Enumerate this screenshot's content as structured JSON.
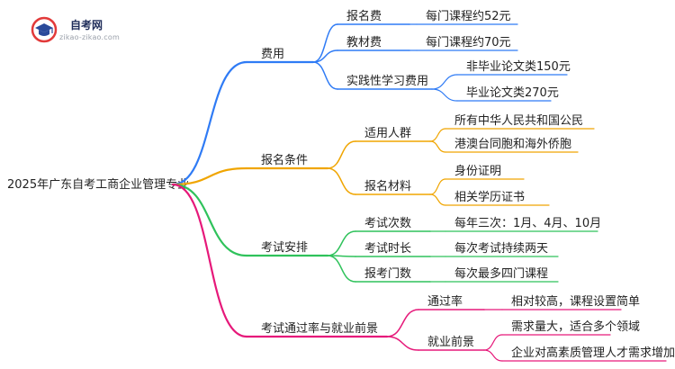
{
  "logo": {
    "title": "自考网",
    "url": "zikao-zikao.com"
  },
  "root": "2025年广东自考工商企业管理专业",
  "branches": [
    {
      "label": "费用",
      "color": "#2f7bf5",
      "children": [
        {
          "label": "报名费",
          "children": [
            {
              "label": "每门课程约52元"
            }
          ]
        },
        {
          "label": "教材费",
          "children": [
            {
              "label": "每门课程约70元"
            }
          ]
        },
        {
          "label": "实践性学习费用",
          "children": [
            {
              "label": "非毕业论文类150元"
            },
            {
              "label": "毕业论文类270元"
            }
          ]
        }
      ]
    },
    {
      "label": "报名条件",
      "color": "#f0a500",
      "children": [
        {
          "label": "适用人群",
          "children": [
            {
              "label": "所有中华人民共和国公民"
            },
            {
              "label": "港澳台同胞和海外侨胞"
            }
          ]
        },
        {
          "label": "报名材料",
          "children": [
            {
              "label": "身份证明"
            },
            {
              "label": "相关学历证书"
            }
          ]
        }
      ]
    },
    {
      "label": "考试安排",
      "color": "#2fc25b",
      "children": [
        {
          "label": "考试次数",
          "children": [
            {
              "label": "每年三次：1月、4月、10月"
            }
          ]
        },
        {
          "label": "考试时长",
          "children": [
            {
              "label": "每次考试持续两天"
            }
          ]
        },
        {
          "label": "报考门数",
          "children": [
            {
              "label": "每次最多四门课程"
            }
          ]
        }
      ]
    },
    {
      "label": "考试通过率与就业前景",
      "color": "#e6197a",
      "children": [
        {
          "label": "通过率",
          "children": [
            {
              "label": "相对较高，课程设置简单"
            }
          ]
        },
        {
          "label": "就业前景",
          "children": [
            {
              "label": "需求量大，适合多个领域"
            },
            {
              "label": "企业对高素质管理人才需求增加"
            }
          ]
        }
      ]
    }
  ]
}
